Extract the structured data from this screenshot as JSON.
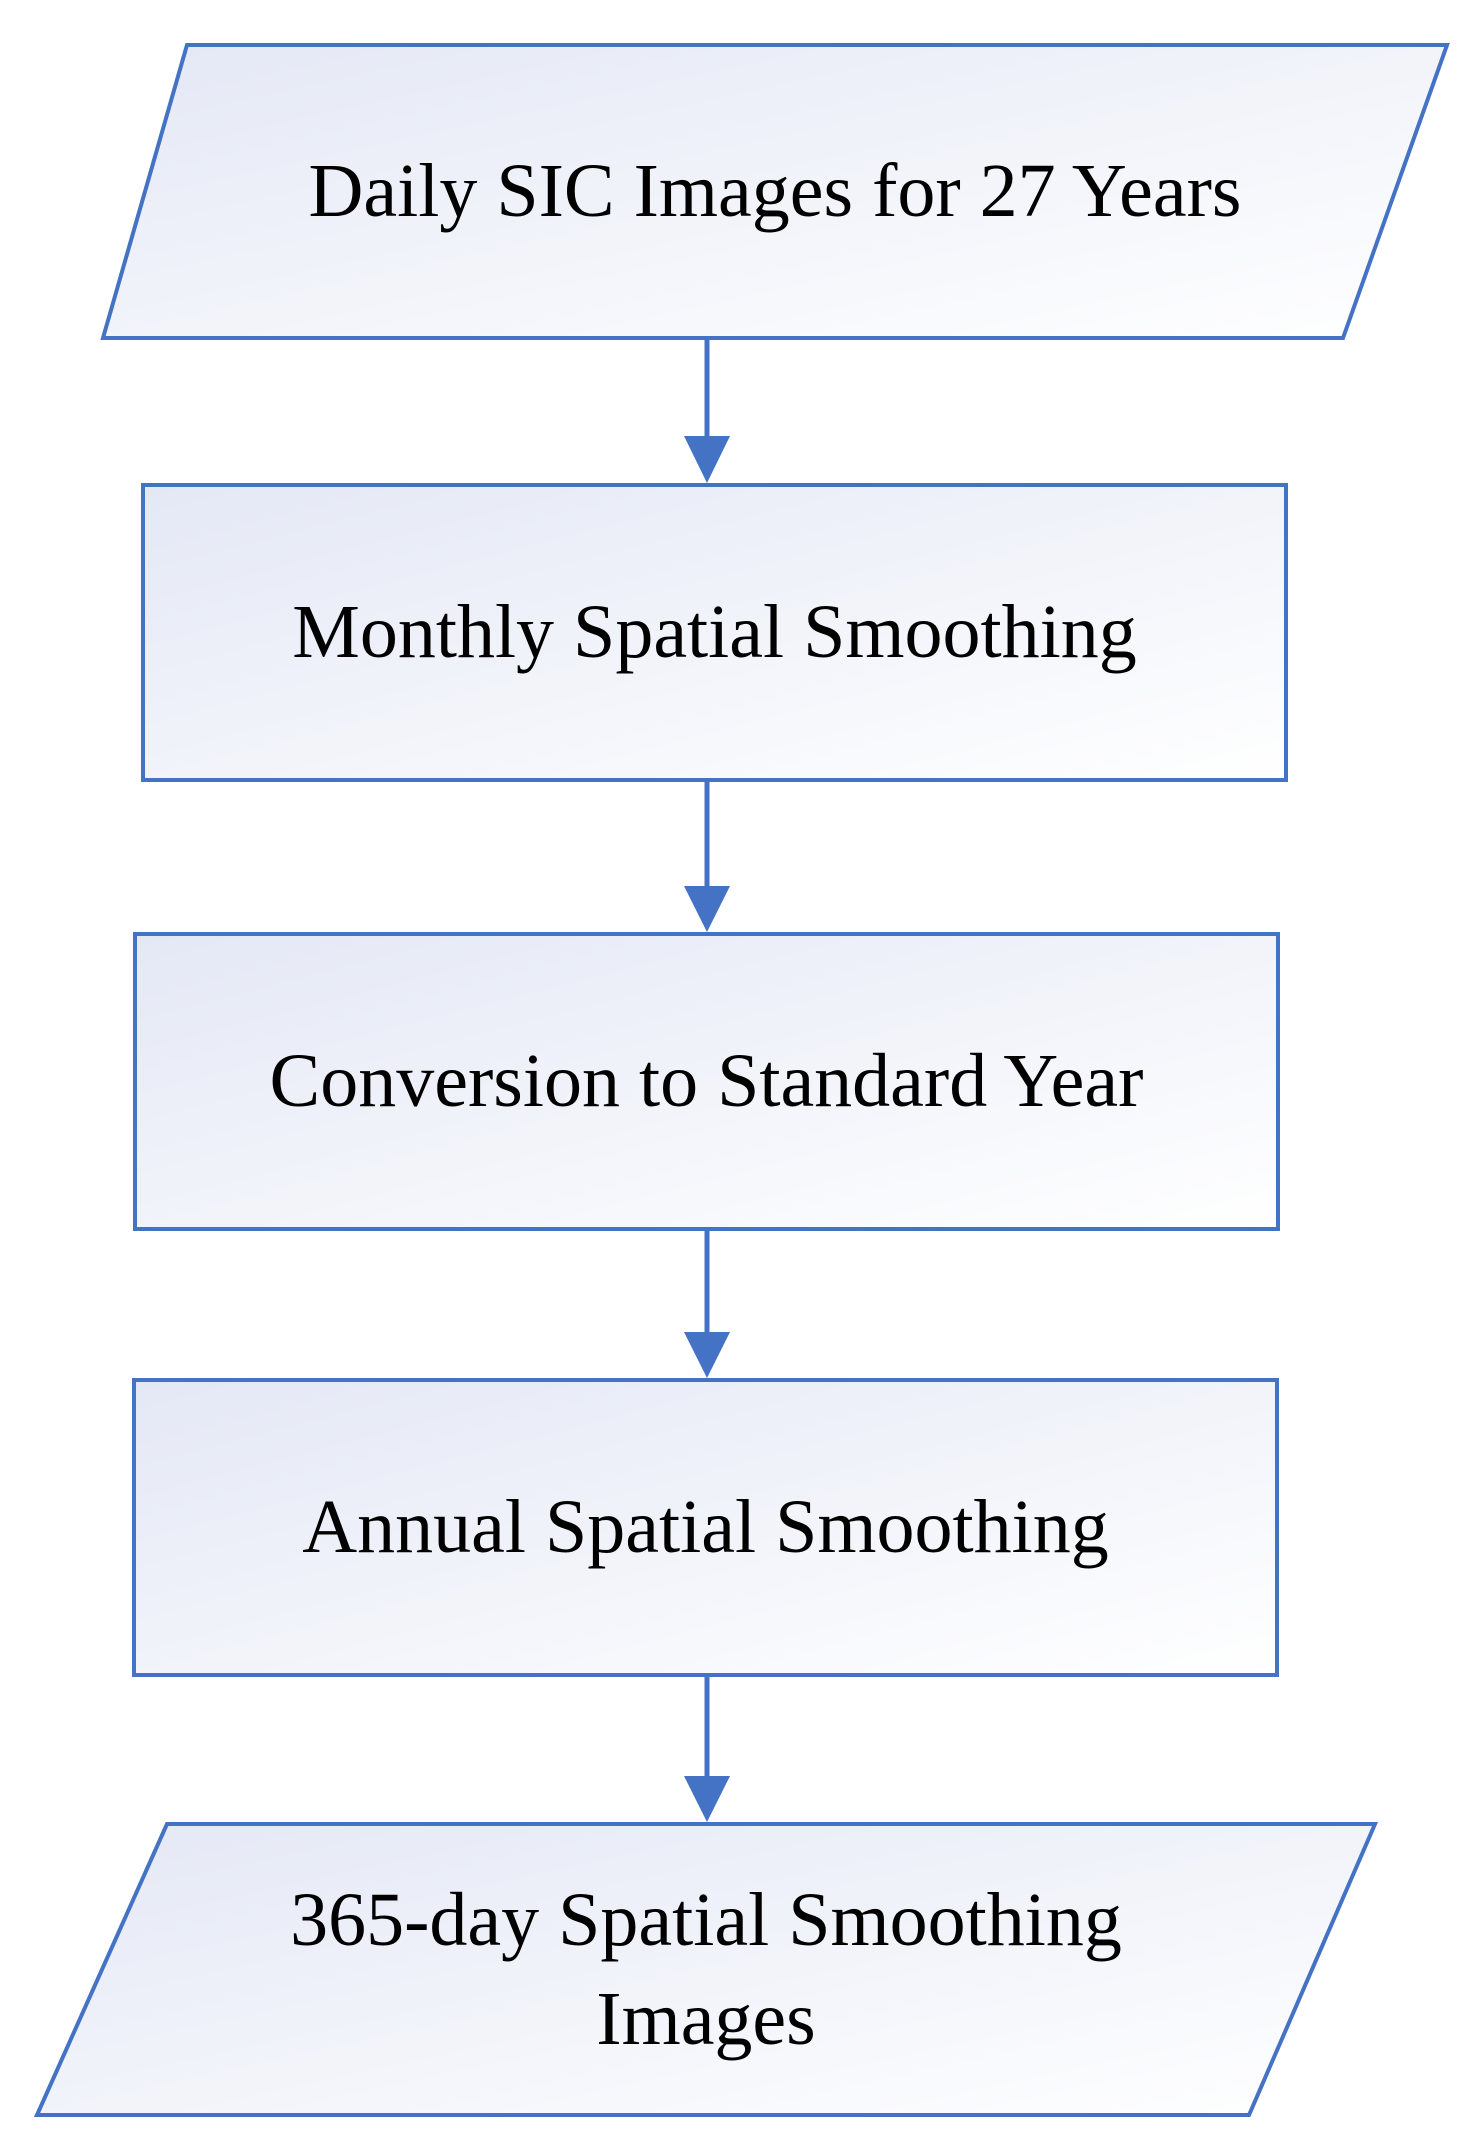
{
  "diagram": {
    "colors": {
      "box_border": "#4472C4",
      "box_fill_start": "#E4E8F5",
      "box_fill_end": "#FFFFFF",
      "arrow": "#4472C4",
      "text": "#000000"
    },
    "nodes": [
      {
        "id": "input",
        "shape": "parallelogram",
        "lines": [
          "Daily SIC Images for 27 Years"
        ]
      },
      {
        "id": "monthly",
        "shape": "rectangle",
        "lines": [
          "Monthly Spatial Smoothing"
        ]
      },
      {
        "id": "conversion",
        "shape": "rectangle",
        "lines": [
          "Conversion to Standard Year"
        ]
      },
      {
        "id": "annual",
        "shape": "rectangle",
        "lines": [
          "Annual Spatial Smoothing"
        ]
      },
      {
        "id": "output",
        "shape": "parallelogram",
        "lines": [
          "365-day Spatial Smoothing",
          "Images"
        ]
      }
    ],
    "edges": [
      {
        "from": "input",
        "to": "monthly"
      },
      {
        "from": "monthly",
        "to": "conversion"
      },
      {
        "from": "conversion",
        "to": "annual"
      },
      {
        "from": "annual",
        "to": "output"
      }
    ]
  }
}
